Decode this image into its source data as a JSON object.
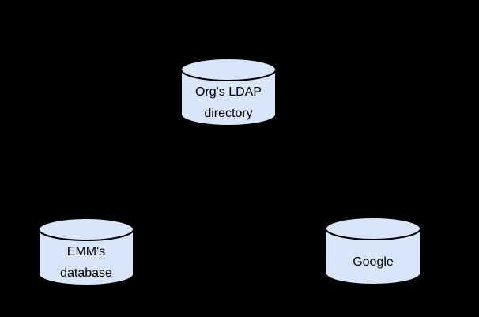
{
  "diagram": {
    "background_color": "#000000",
    "node_fill_color": "#d9e5f9",
    "node_stroke_color": "#000000",
    "nodes": [
      {
        "id": "org-ldap-directory",
        "shape": "database-cylinder",
        "line1": "Org's LDAP",
        "line2": "directory"
      },
      {
        "id": "emm-database",
        "shape": "database-cylinder",
        "line1": "EMM's",
        "line2": "database"
      },
      {
        "id": "google",
        "shape": "database-cylinder",
        "line1": "Google",
        "line2": ""
      }
    ]
  }
}
